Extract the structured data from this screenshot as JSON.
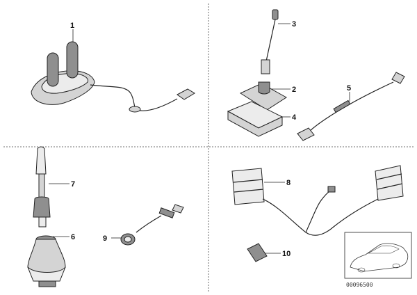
{
  "callouts": {
    "c1": "1",
    "c2": "2",
    "c3": "3",
    "c4": "4",
    "c5": "5",
    "c6": "6",
    "c7": "7",
    "c8": "8",
    "c9": "9",
    "c10": "10"
  },
  "reference_number": "00096500"
}
